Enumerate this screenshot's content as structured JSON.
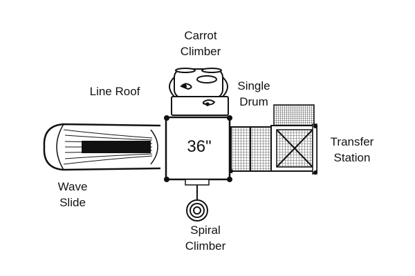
{
  "labels": {
    "carrot_climber": [
      "Carrot",
      "Climber"
    ],
    "line_roof": "Line Roof",
    "single_drum": [
      "Single",
      "Drum"
    ],
    "transfer_station": [
      "Transfer",
      "Station"
    ],
    "wave_slide": [
      "Wave",
      "Slide"
    ],
    "spiral_climber": [
      "Spiral",
      "Climber"
    ],
    "deck_height": "36\""
  },
  "colors": {
    "stroke": "#111111",
    "background": "#ffffff"
  }
}
